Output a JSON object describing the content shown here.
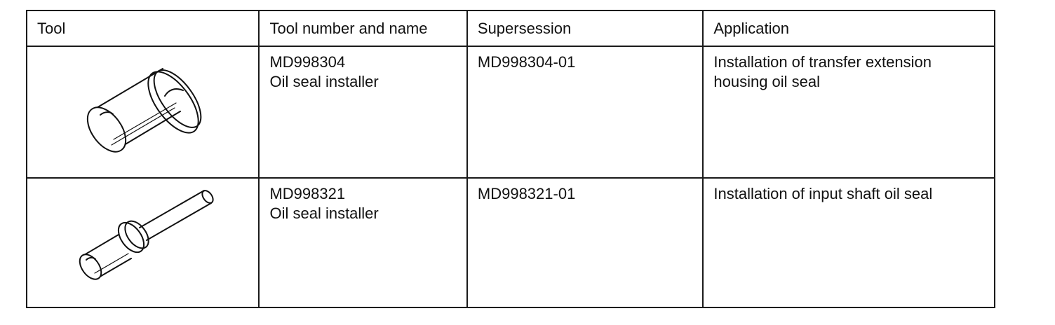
{
  "table": {
    "headers": {
      "tool": "Tool",
      "number_and_name": "Tool number and name",
      "supersession": "Supersession",
      "application": "Application"
    },
    "rows": [
      {
        "tool_image": "oil-seal-installer-large-drawing",
        "tool_number": "MD998304",
        "tool_name": "Oil seal installer",
        "supersession": "MD998304-01",
        "application_line1": "Installation of transfer extension",
        "application_line2": "housing oil seal"
      },
      {
        "tool_image": "oil-seal-installer-shaft-drawing",
        "tool_number": "MD998321",
        "tool_name": "Oil seal installer",
        "supersession": "MD998321-01",
        "application_line1": "Installation of input shaft oil seal"
      }
    ]
  }
}
